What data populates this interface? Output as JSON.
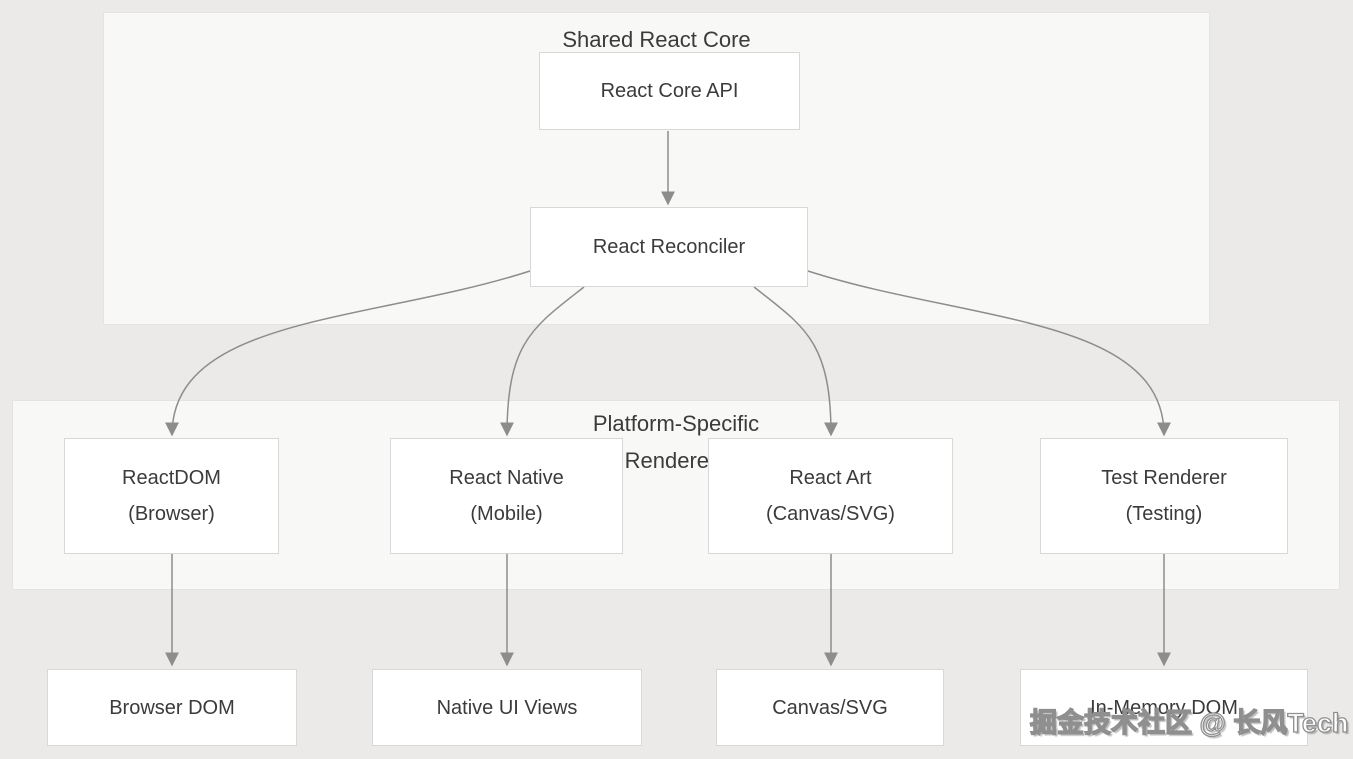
{
  "diagram": {
    "groups": {
      "shared_core": {
        "title": "Shared React Core"
      },
      "platform": {
        "title": "Platform-Specific Renderers"
      }
    },
    "nodes": {
      "core_api": {
        "label": "React Core API"
      },
      "reconciler": {
        "label": "React Reconciler"
      },
      "react_dom": {
        "line1": "ReactDOM",
        "line2": "(Browser)"
      },
      "react_native": {
        "line1": "React Native",
        "line2": "(Mobile)"
      },
      "react_art": {
        "line1": "React Art",
        "line2": "(Canvas/SVG)"
      },
      "test_renderer": {
        "line1": "Test Renderer",
        "line2": "(Testing)"
      },
      "browser_dom": {
        "label": "Browser DOM"
      },
      "native_ui": {
        "label": "Native UI Views"
      },
      "canvas_svg": {
        "label": "Canvas/SVG"
      },
      "in_memory_dom": {
        "label": "In-Memory DOM"
      }
    },
    "edges": [
      {
        "from": "React Core API",
        "to": "React Reconciler"
      },
      {
        "from": "React Reconciler",
        "to": "ReactDOM (Browser)"
      },
      {
        "from": "React Reconciler",
        "to": "React Native (Mobile)"
      },
      {
        "from": "React Reconciler",
        "to": "React Art (Canvas/SVG)"
      },
      {
        "from": "React Reconciler",
        "to": "Test Renderer (Testing)"
      },
      {
        "from": "ReactDOM (Browser)",
        "to": "Browser DOM"
      },
      {
        "from": "React Native (Mobile)",
        "to": "Native UI Views"
      },
      {
        "from": "React Art (Canvas/SVG)",
        "to": "Canvas/SVG"
      },
      {
        "from": "Test Renderer (Testing)",
        "to": "In-Memory DOM"
      }
    ],
    "watermark": {
      "text": "掘金技术社区 @ 长风Tech"
    },
    "colors": {
      "canvas_bg": "#ebeae8",
      "group_bg": "#f8f8f7",
      "group_border": "#e5e4e2",
      "node_bg": "#ffffff",
      "node_border": "#d9d8d6",
      "text": "#3b3b3b",
      "arrow": "#8d8d8d",
      "watermark_fill": "#ffffff",
      "watermark_stroke": "#8f8f8f"
    }
  }
}
